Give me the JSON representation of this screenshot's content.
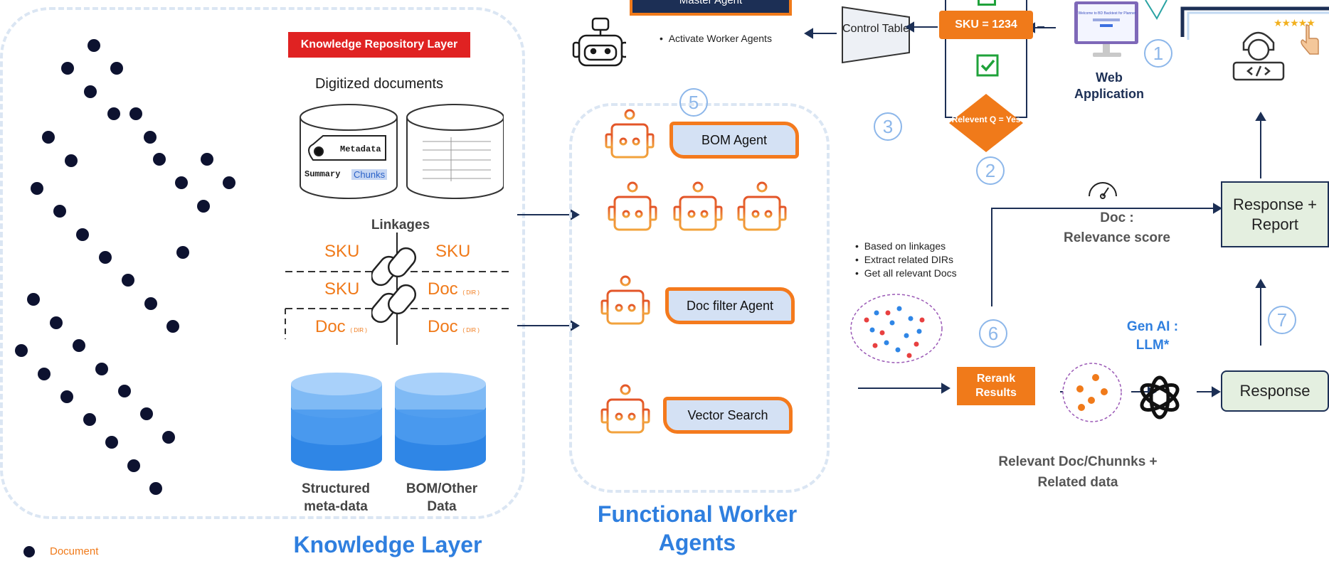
{
  "knowledge": {
    "repo_title": "Knowledge Repository Layer",
    "digitized_label": "Digitized documents",
    "metadata_tag": "Metadata",
    "summary_label": "Summary",
    "chunks_label": "Chunks",
    "linkages_label": "Linkages",
    "link_rows": [
      {
        "left": "SKU",
        "right": "SKU",
        "left_sub": "",
        "right_sub": ""
      },
      {
        "left": "SKU",
        "right": "Doc",
        "left_sub": "",
        "right_sub": "( DIR )"
      },
      {
        "left": "Doc",
        "right": "Doc",
        "left_sub": "( DIR )",
        "right_sub": "( DIR )"
      }
    ],
    "db_left_label": "Structured meta-data",
    "db_right_label": "BOM/Other Data",
    "layer_title": "Knowledge Layer",
    "legend_label": "Document"
  },
  "agents": {
    "master_label": "Master Agent",
    "activate_label": "Activate Worker Agents",
    "bom_label": "BOM Agent",
    "docfilter_label": "Doc filter Agent",
    "vector_label": "Vector Search",
    "title": "Functional Worker Agents",
    "step5": "5"
  },
  "flow": {
    "control_table": "Control Table",
    "sku_label": "SKU = 1234",
    "relevant_label": "Relevent Q = Yes",
    "web_app_label": "Web Application",
    "screen_text": "Welcome to BD Backtest for Planner",
    "stars": "★★★★★",
    "step1": "1",
    "step2": "2",
    "step3": "3",
    "step6": "6",
    "step7": "7",
    "bullets": [
      "Based on linkages",
      "Extract related DIRs",
      "Get all relevant Docs"
    ],
    "doc_label": "Doc :",
    "relevance_label": "Relevance score",
    "response_report": "Response + Report",
    "gen_ai_label": "Gen AI : LLM*",
    "rerank_label": "Rerank Results",
    "response_label": "Response",
    "relevant_docs_label": "Relevant Doc/Chunnks + Related data"
  },
  "colors": {
    "orange": "#f07a1a",
    "navy": "#1c2f55",
    "blue_title": "#2f7fdf",
    "red_header": "#e02222",
    "green_check": "#1fa23a",
    "light_blue_box": "#d4e1f4",
    "light_green_box": "#e4efe0"
  }
}
